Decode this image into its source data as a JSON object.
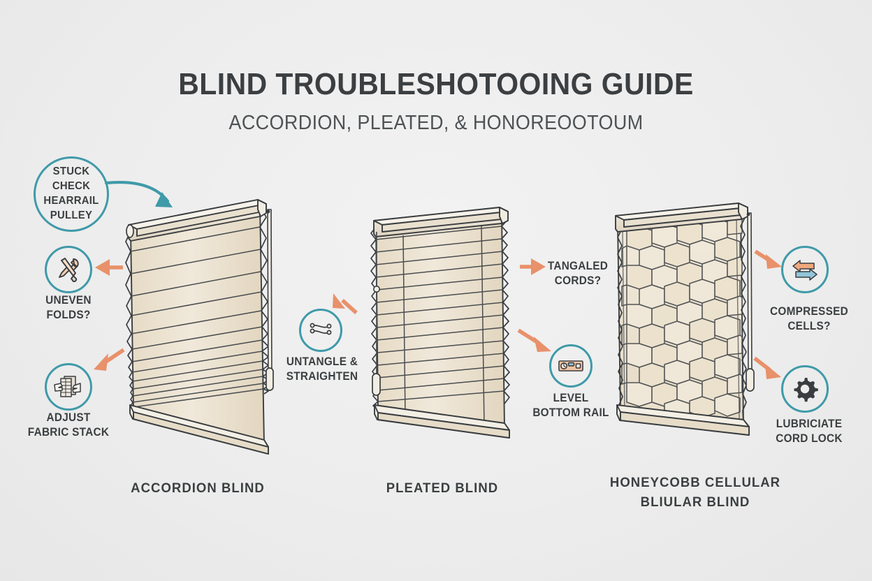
{
  "header": {
    "title": "BLIND TROUBLESHOTOOING GUIDE",
    "subtitle": "ACCORDION, PLEATED, & HONOREOOTOUM"
  },
  "colors": {
    "background": "#ededed",
    "teal": "#3f9aa9",
    "orange": "#e8916a",
    "ink": "#3c3f41",
    "fabric": "#efe6d6",
    "fabric_shade": "#e3d7c2"
  },
  "annotations": [
    {
      "id": "stuck-check-headrail-pulley",
      "kind": "text-circle",
      "label": "STUCK\nCHECK HEARRAIL\nPULLEY",
      "icon": null,
      "arrow": "teal-curve"
    },
    {
      "id": "uneven-folds",
      "kind": "icon-circle",
      "label": "UNEVEN\nFOLDS?",
      "icon": "wrench-screwdriver-icon",
      "arrow": "orange-left"
    },
    {
      "id": "adjust-fabric-stack",
      "kind": "icon-circle",
      "label": "ADJUST\nFABRIC STACK",
      "icon": "hand-fabric-icon",
      "arrow": "orange-left-down"
    },
    {
      "id": "untangle-straighten",
      "kind": "icon-circle",
      "label": "UNTANGLE &\nSTRAIGHTEN",
      "icon": "tangled-cords-icon",
      "arrow": "orange-up-right"
    },
    {
      "id": "tangaled-cords",
      "kind": "text-only",
      "label": "TANGALED\nCORDS?",
      "icon": null,
      "arrow": "orange-right"
    },
    {
      "id": "level-bottom-rail",
      "kind": "icon-circle",
      "label": "LEVEL\nBOTTOM RAIL",
      "icon": "spirit-level-icon",
      "arrow": "orange-right-down"
    },
    {
      "id": "compressed-cells",
      "kind": "icon-circle",
      "label": "COMPRESSED\nCELLS?",
      "icon": "two-way-arrows-icon",
      "arrow": "orange-right"
    },
    {
      "id": "lubricate-cord-lock",
      "kind": "icon-circle",
      "label": "LUBRICIATE\nCORD LOCK",
      "icon": "gear-icon",
      "arrow": "orange-right-down"
    }
  ],
  "blinds": [
    {
      "id": "accordion-blind",
      "caption": "ACCORDION BLIND"
    },
    {
      "id": "pleated-blind",
      "caption": "PLEATED BLIND"
    },
    {
      "id": "honeycomb-blind",
      "caption": "HONEYCOBB CELLULAR\nBLIULAR BLIND"
    }
  ]
}
